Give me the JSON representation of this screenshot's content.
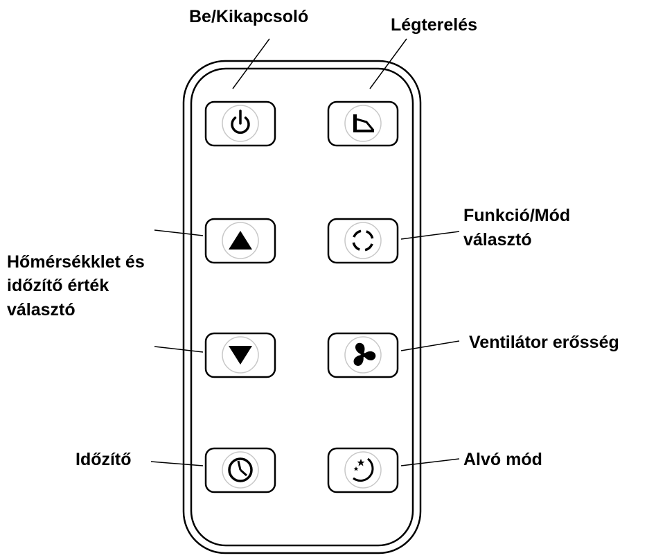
{
  "labels": {
    "power": "Be/Kikapcsoló",
    "swing": "Légterelés",
    "mode_line1": "Funkció/Mód",
    "mode_line2": "választó",
    "temp_line1": "Hőmérsékklet és",
    "temp_line2": "időzítő érték",
    "temp_line3": "választó",
    "fan": "Ventilátor erősség",
    "timer": "Időzítő",
    "sleep": "Alvó mód"
  },
  "buttons": [
    {
      "id": "power",
      "icon": "power-icon"
    },
    {
      "id": "swing",
      "icon": "swing-icon"
    },
    {
      "id": "up",
      "icon": "triangle-up-icon"
    },
    {
      "id": "mode",
      "icon": "mode-circle-icon"
    },
    {
      "id": "down",
      "icon": "triangle-down-icon"
    },
    {
      "id": "fan",
      "icon": "fan-icon"
    },
    {
      "id": "timer",
      "icon": "clock-icon"
    },
    {
      "id": "sleep",
      "icon": "moon-stars-icon"
    }
  ],
  "colors": {
    "stroke": "#000000",
    "ring": "#c8c8c8",
    "background": "#ffffff"
  }
}
